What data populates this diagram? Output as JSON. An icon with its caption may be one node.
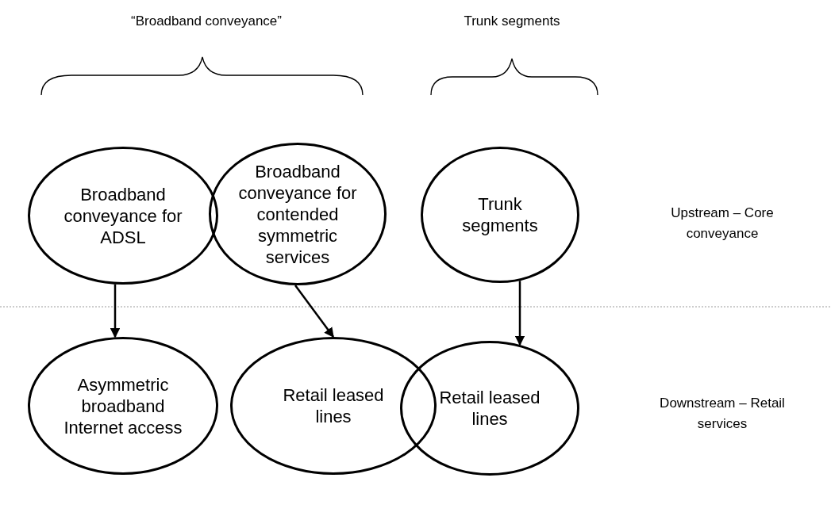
{
  "diagram": {
    "nodes": [
      {
        "text": [
          "Broadband conveyance for ADSL"
        ]
      },
      {
        "text": [
          "Broadband conveyance for contended symmetric services"
        ]
      },
      {
        "text": [
          "Trunk segments"
        ]
      },
      {
        "text": [
          "Asymmetric broadband Internet access"
        ]
      },
      {
        "text": [
          "Retail leased lines"
        ]
      },
      {
        "text": [
          "Retail leased lines"
        ]
      }
    ],
    "edges": [
      {
        "from": 0,
        "to": 3,
        "arrow": "to"
      },
      {
        "from": 1,
        "to": 4,
        "arrow": "to"
      },
      {
        "from": 2,
        "to": 5,
        "arrow": "to"
      }
    ],
    "labels": [
      "“Broadband conveyance”",
      "Trunk segments",
      "Upstream – Core conveyance",
      "Downstream – Retail services"
    ]
  }
}
